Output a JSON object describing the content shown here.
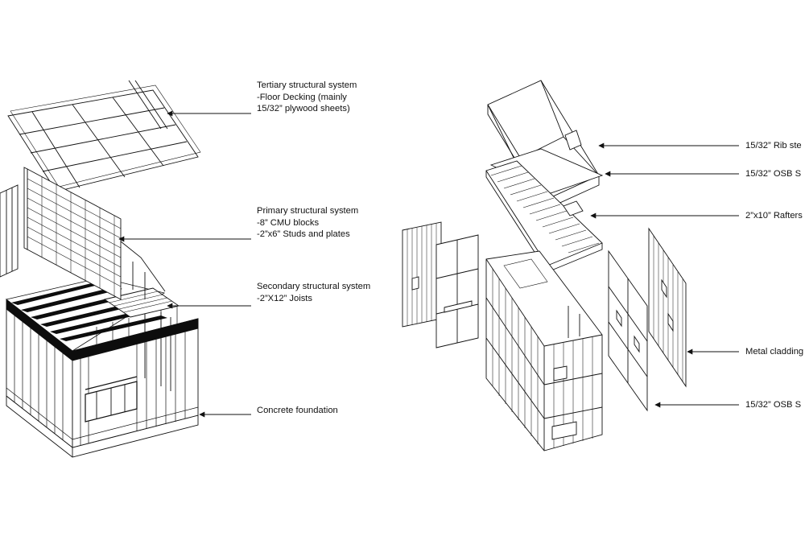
{
  "colors": {
    "ink": "#111111",
    "paper": "#ffffff",
    "solid_fill": "#0d0d0d"
  },
  "left_assembly": {
    "callouts": [
      {
        "id": "tertiary",
        "lines": [
          "Tertiary structural system",
          "-Floor Decking (mainly",
          "15/32” plywood sheets)"
        ]
      },
      {
        "id": "primary",
        "lines": [
          "Primary structural system",
          "-8” CMU blocks",
          "-2”x6” Studs and plates"
        ]
      },
      {
        "id": "secondary",
        "lines": [
          "Secondary structural system",
          "-2”X12” Joists"
        ]
      },
      {
        "id": "foundation",
        "lines": [
          "Concrete foundation"
        ]
      }
    ]
  },
  "right_assembly": {
    "callouts": [
      {
        "id": "rib-steel",
        "lines": [
          "15/32” Rib ste"
        ]
      },
      {
        "id": "osb-roof",
        "lines": [
          "15/32” OSB S"
        ]
      },
      {
        "id": "rafters",
        "lines": [
          "2”x10” Rafters"
        ]
      },
      {
        "id": "metal-cladding",
        "lines": [
          "Metal cladding"
        ]
      },
      {
        "id": "osb-wall",
        "lines": [
          "15/32” OSB S"
        ]
      }
    ]
  }
}
